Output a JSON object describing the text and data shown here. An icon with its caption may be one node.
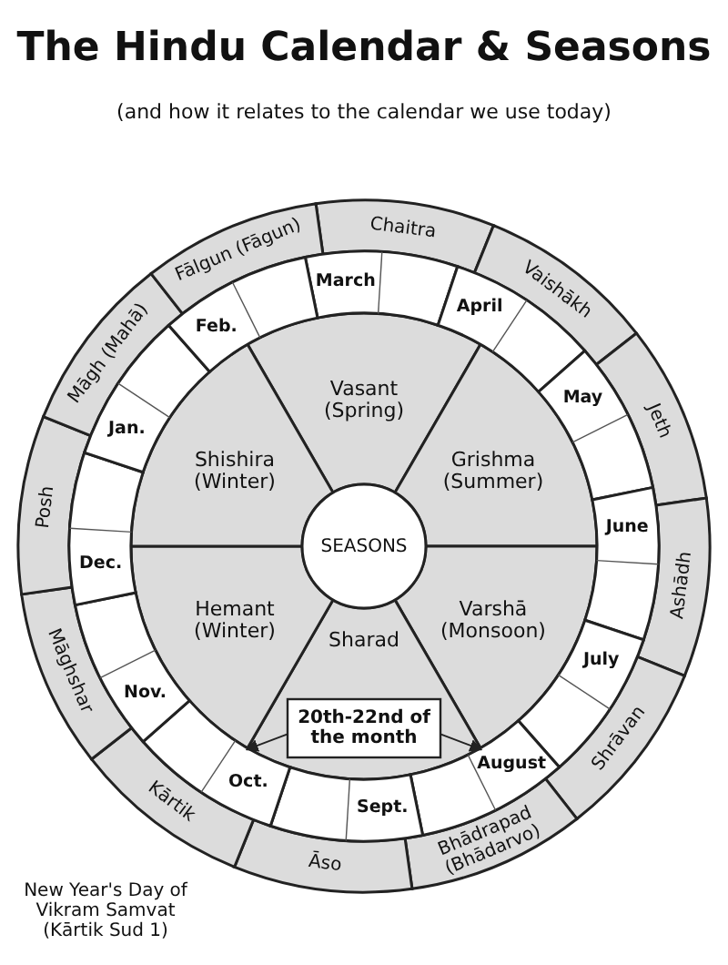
{
  "diagram": {
    "title": "The Hindu Calendar & Seasons",
    "nodes": [
      {
        "text": [
          "SEASONS"
        ]
      },
      {
        "text": [
          "Vasant (Spring)"
        ]
      },
      {
        "text": [
          "Grishma (Summer)"
        ]
      },
      {
        "text": [
          "Varshā (Monsoon)"
        ]
      },
      {
        "text": [
          "Sharad"
        ]
      },
      {
        "text": [
          "Hemant (Winter)"
        ]
      },
      {
        "text": [
          "Shishira (Winter)"
        ]
      },
      {
        "text": [
          "Chaitra"
        ]
      },
      {
        "text": [
          "Vaishākh"
        ]
      },
      {
        "text": [
          "Jeth"
        ]
      },
      {
        "text": [
          "Ashādh"
        ]
      },
      {
        "text": [
          "Shrāvan"
        ]
      },
      {
        "text": [
          "Bhādrapad (Bhādarvo)"
        ]
      },
      {
        "text": [
          "Āso"
        ]
      },
      {
        "text": [
          "Kārtik"
        ]
      },
      {
        "text": [
          "Māghshar"
        ]
      },
      {
        "text": [
          "Posh"
        ]
      },
      {
        "text": [
          "Māgh (Mahā)"
        ]
      },
      {
        "text": [
          "Fālgun (Fāgun)"
        ]
      },
      {
        "text": [
          "March"
        ]
      },
      {
        "text": [
          "April"
        ]
      },
      {
        "text": [
          "May"
        ]
      },
      {
        "text": [
          "June"
        ]
      },
      {
        "text": [
          "July"
        ]
      },
      {
        "text": [
          "August"
        ]
      },
      {
        "text": [
          "Sept."
        ]
      },
      {
        "text": [
          "Oct."
        ]
      },
      {
        "text": [
          "Nov."
        ]
      },
      {
        "text": [
          "Dec."
        ]
      },
      {
        "text": [
          "Jan."
        ]
      },
      {
        "text": [
          "Feb."
        ]
      },
      {
        "text": [
          "20th-22nd of the month"
        ],
        "in": 4
      }
    ],
    "edges": [
      {
        "from": 31,
        "to": 26,
        "arrow": "to"
      },
      {
        "from": 31,
        "to": 24,
        "arrow": "to"
      }
    ],
    "labels": [
      "(and how it relates to the calendar we use today)",
      "New Year's Day of Vikram Samvat (Kārtik Sud 1)"
    ]
  }
}
